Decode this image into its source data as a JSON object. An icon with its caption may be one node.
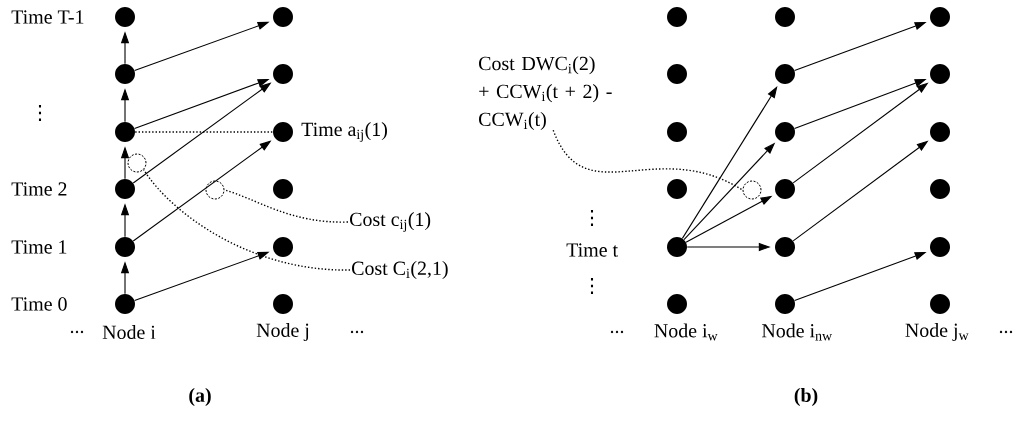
{
  "diagram": {
    "nodes": [
      {
        "text": [],
        "shape": "circle",
        "beside": [
          "Time T-1"
        ]
      },
      {
        "text": [],
        "shape": "circle"
      },
      {
        "text": [],
        "shape": "circle"
      },
      {
        "text": [],
        "shape": "circle",
        "beside": [
          "Time 2"
        ]
      },
      {
        "text": [],
        "shape": "circle",
        "beside": [
          "Time 1"
        ]
      },
      {
        "text": [],
        "shape": "circle",
        "beside": [
          "Time 0"
        ]
      },
      {
        "text": [],
        "shape": "circle"
      },
      {
        "text": [],
        "shape": "circle"
      },
      {
        "text": [],
        "shape": "circle",
        "beside": [
          "Time a$_{ij}$(1)"
        ]
      },
      {
        "text": [],
        "shape": "circle"
      },
      {
        "text": [],
        "shape": "circle"
      },
      {
        "text": [],
        "shape": "circle"
      },
      {
        "text": [],
        "shape": "circle"
      },
      {
        "text": [],
        "shape": "circle"
      },
      {
        "text": [
          "Cost c$_{ij}$(1)"
        ]
      },
      {
        "text": [
          "Cost C$_{i}$(2,1)"
        ]
      },
      {
        "text": [],
        "shape": "circle"
      },
      {
        "text": [],
        "shape": "circle"
      },
      {
        "text": [],
        "shape": "circle"
      },
      {
        "text": [],
        "shape": "circle"
      },
      {
        "text": [],
        "shape": "circle",
        "beside": [
          "Time t"
        ]
      },
      {
        "text": [],
        "shape": "circle"
      },
      {
        "text": [],
        "shape": "circle"
      },
      {
        "text": [],
        "shape": "circle"
      },
      {
        "text": [],
        "shape": "circle"
      },
      {
        "text": [],
        "shape": "circle"
      },
      {
        "text": [],
        "shape": "circle"
      },
      {
        "text": [],
        "shape": "circle"
      },
      {
        "text": [],
        "shape": "circle"
      },
      {
        "text": [],
        "shape": "circle"
      },
      {
        "text": [],
        "shape": "circle"
      },
      {
        "text": [],
        "shape": "circle"
      },
      {
        "text": [],
        "shape": "circle"
      },
      {
        "text": [],
        "shape": "circle"
      },
      {
        "text": [
          "Cost DWC$_{i}$(2) + CCW$_{i}$(t + 2) - CCW$_{i}$(t)"
        ]
      },
      {
        "text": [],
        "shape": "circle"
      }
    ],
    "edges": [
      {
        "from": 5,
        "to": 4,
        "arrow": "to"
      },
      {
        "from": 4,
        "to": 3,
        "arrow": "to"
      },
      {
        "from": 3,
        "to": 2,
        "arrow": "to"
      },
      {
        "from": 2,
        "to": 1,
        "arrow": "to"
      },
      {
        "from": 1,
        "to": 0,
        "arrow": "to"
      },
      {
        "from": 5,
        "to": 10,
        "arrow": "to"
      },
      {
        "from": 4,
        "to": 8,
        "arrow": "to"
      },
      {
        "from": 3,
        "to": 7,
        "arrow": "to"
      },
      {
        "from": 2,
        "to": 7,
        "arrow": "to"
      },
      {
        "from": 1,
        "to": 6,
        "arrow": "to"
      },
      {
        "from": 2,
        "to": 8,
        "arrow": "none",
        "style": "dashed"
      },
      {
        "from": 14,
        "to": 13,
        "arrow": "none",
        "style": "dashed"
      },
      {
        "from": 15,
        "to": 12,
        "arrow": "none",
        "style": "dashed"
      },
      {
        "from": 20,
        "to": 26,
        "arrow": "to"
      },
      {
        "from": 20,
        "to": 25,
        "arrow": "to"
      },
      {
        "from": 20,
        "to": 24,
        "arrow": "to"
      },
      {
        "from": 20,
        "to": 23,
        "arrow": "to"
      },
      {
        "from": 27,
        "to": 32,
        "arrow": "to"
      },
      {
        "from": 26,
        "to": 30,
        "arrow": "to"
      },
      {
        "from": 25,
        "to": 29,
        "arrow": "to"
      },
      {
        "from": 24,
        "to": 29,
        "arrow": "to"
      },
      {
        "from": 23,
        "to": 28,
        "arrow": "to"
      },
      {
        "from": 34,
        "to": 35,
        "arrow": "none",
        "style": "dashed"
      }
    ],
    "labels": [
      "⋮",
      "⋮",
      "⋮",
      "...",
      "Node i",
      "Node j",
      "...",
      "...",
      "Node i$_{w}$",
      "Node i$_{nw}$",
      "Node j$_{w}$",
      "...",
      "(a)",
      "(b)"
    ]
  }
}
